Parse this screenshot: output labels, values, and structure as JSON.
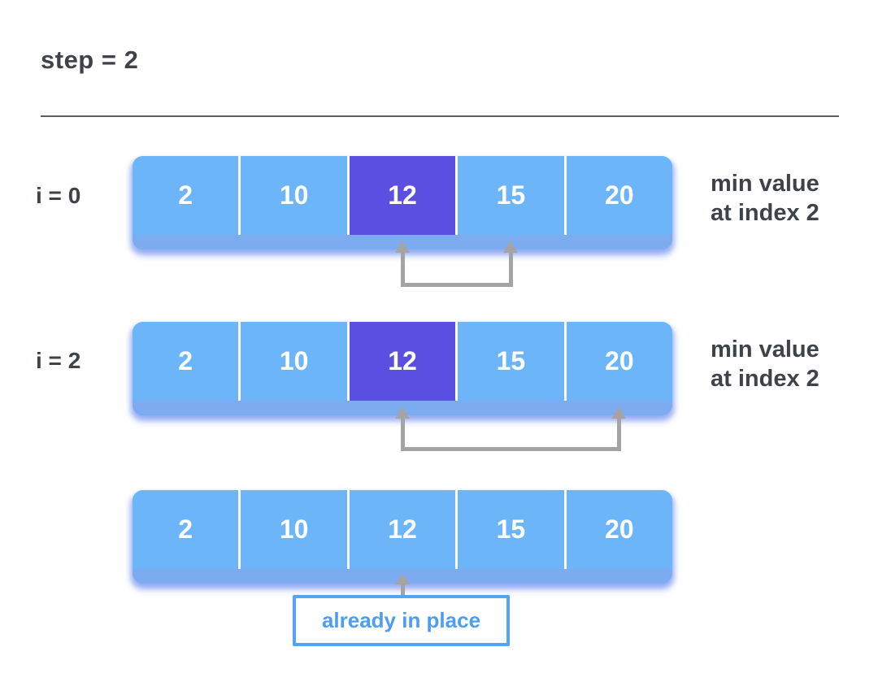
{
  "header": {
    "step_label": "step = 2"
  },
  "rows": [
    {
      "label": "i = 0",
      "values": [
        "2",
        "10",
        "12",
        "15",
        "20"
      ],
      "highlight_index": 2,
      "note": {
        "line1": "min value",
        "line2": "at index 2"
      },
      "comparison": {
        "from_index": 2,
        "to_index": 3
      }
    },
    {
      "label": "i = 2",
      "values": [
        "2",
        "10",
        "12",
        "15",
        "20"
      ],
      "highlight_index": 2,
      "note": {
        "line1": "min value",
        "line2": "at index 2"
      },
      "comparison": {
        "from_index": 2,
        "to_index": 4
      }
    },
    {
      "label": "",
      "values": [
        "2",
        "10",
        "12",
        "15",
        "20"
      ],
      "highlight_index": null,
      "pointer_index": 2,
      "callout": "already in place"
    }
  ],
  "colors": {
    "cell_blue": "#6cb5f9",
    "edge_blue": "#7dabf0",
    "highlight_purple": "#5a4fe1",
    "arrow_gray": "#a4a4a4",
    "callout_blue": "#55a4f1",
    "text_dark": "#3e434a"
  }
}
